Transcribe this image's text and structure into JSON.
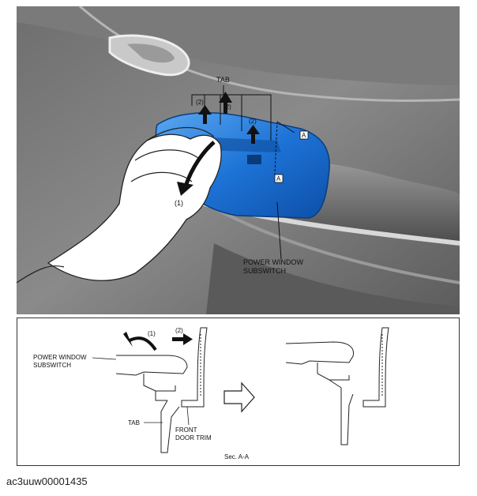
{
  "top": {
    "tab_label": "TAB",
    "step2_a": "(2)",
    "step2_b": "(2)",
    "step2_c": "(2)",
    "step1": "(1)",
    "section_a1": "A",
    "section_a2": "A",
    "part_line1": "POWER WINDOW",
    "part_line2": "SUBSWITCH"
  },
  "bottom": {
    "step1": "(1)",
    "step2": "(2)",
    "part_line1": "POWER WINDOW",
    "part_line2": "SUBSWITCH",
    "tab_label": "TAB",
    "trim_line1": "FRONT",
    "trim_line2": "DOOR TRIM",
    "section_label": "Sec. A-A"
  },
  "caption": "ac3uuw00001435"
}
